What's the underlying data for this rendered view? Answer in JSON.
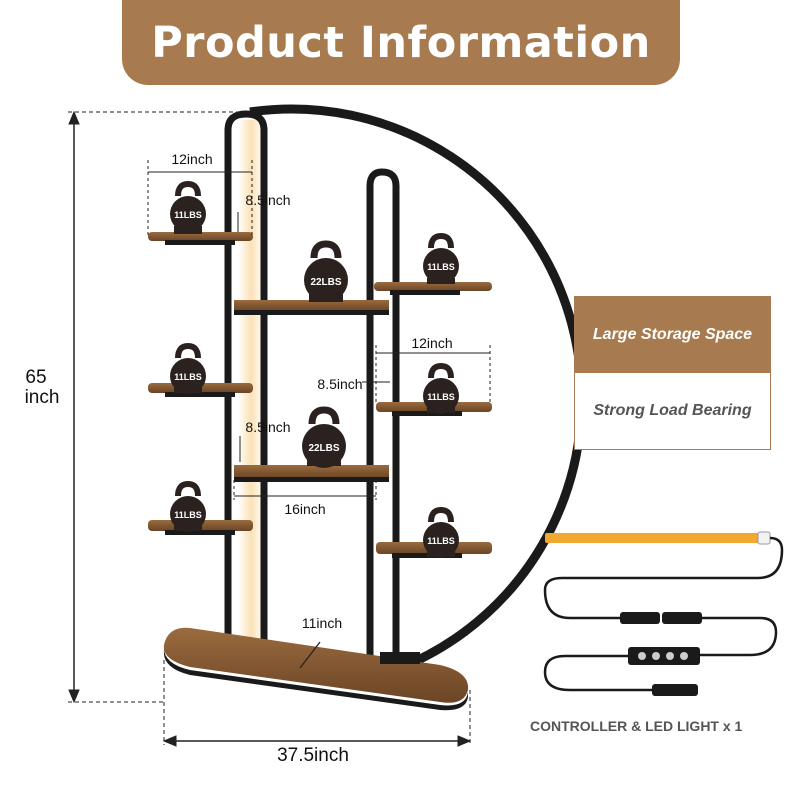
{
  "banner": {
    "title": "Product Information"
  },
  "dimensions": {
    "height_value": "65",
    "height_unit": "inch",
    "top_width": "12inch",
    "top_spacing": "8.5inch",
    "right_width": "12inch",
    "right_spacing": "8.5inch",
    "middle_spacing": "8.5inch",
    "middle_shelf_width": "16inch",
    "base_depth": "11inch",
    "total_width": "37.5inch"
  },
  "weights": {
    "small": "11LBS",
    "large": "22LBS"
  },
  "features": [
    {
      "label": "Large Storage Space"
    },
    {
      "label": "Strong Load Bearing"
    }
  ],
  "accessory": {
    "caption": "CONTROLLER & LED LIGHT x 1"
  },
  "colors": {
    "accent": "#a77b4f",
    "wood": "#7a5230",
    "frame": "#1a1a1a",
    "led": "#f0a830"
  }
}
